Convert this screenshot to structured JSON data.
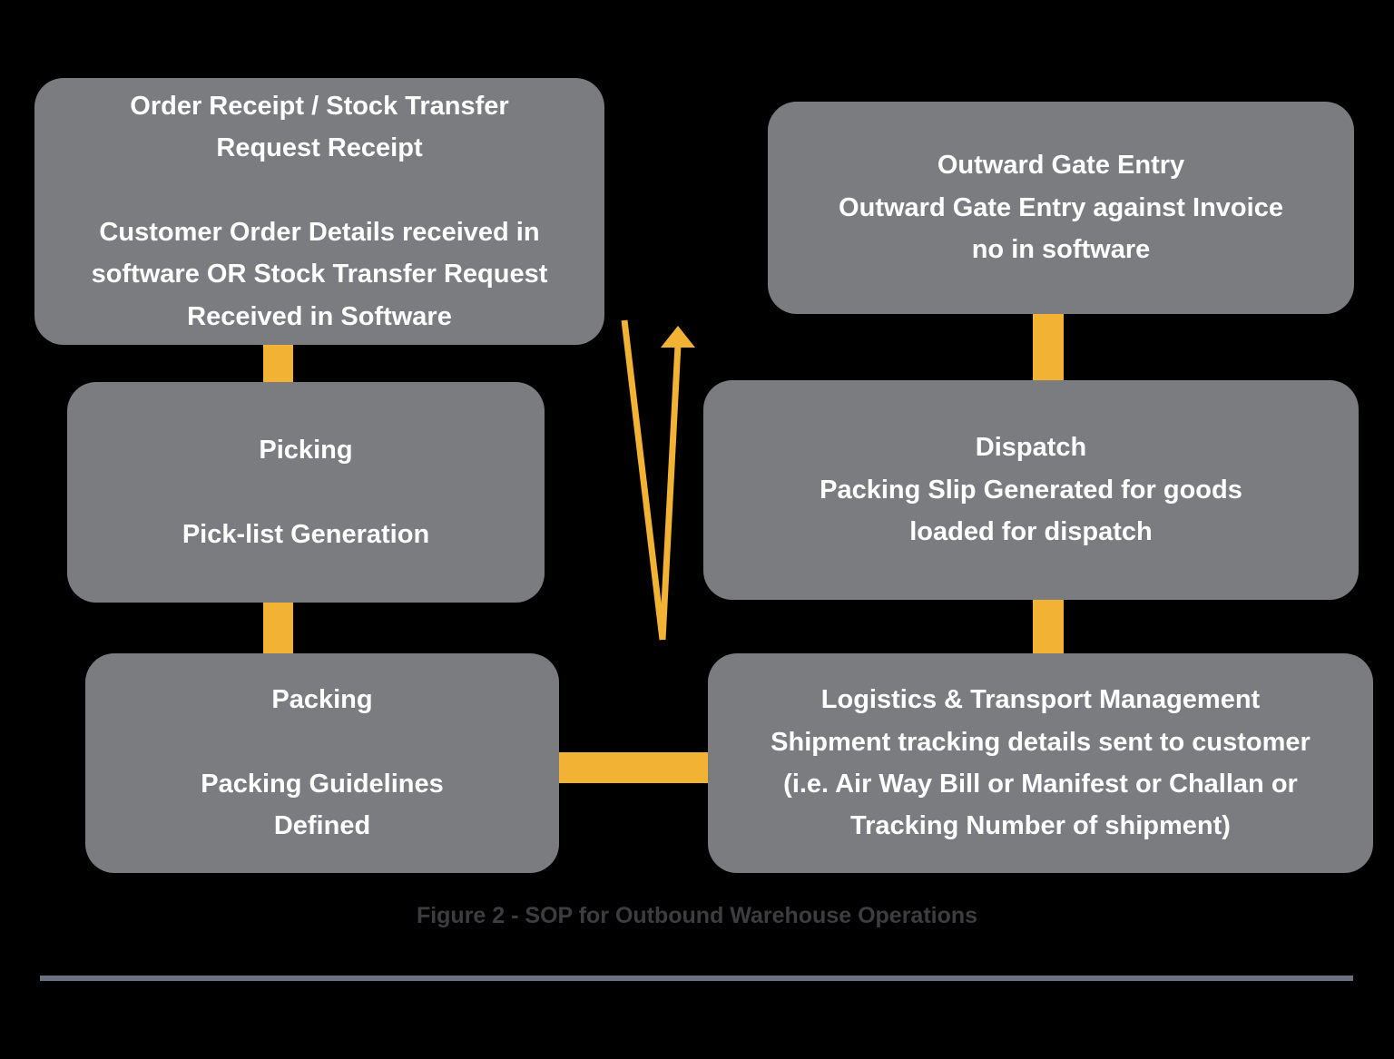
{
  "figure": {
    "caption": "Figure 2 - SOP for Outbound Warehouse Operations"
  },
  "colors": {
    "background": "#000000",
    "box_fill": "#7A7C7F",
    "box_text": "#FFFFFF",
    "connector": "#F2B233",
    "caption_text": "#3D3D3F",
    "divider": "#6A7180"
  },
  "flowchart": {
    "left_column": {
      "order_receipt": {
        "text": "Order Receipt / Stock Transfer\nRequest Receipt\n\nCustomer Order Details received in\nsoftware OR Stock Transfer Request\nReceived in Software"
      },
      "picking": {
        "text": "Picking\n\nPick-list Generation"
      },
      "packing": {
        "text": "Packing\n\nPacking Guidelines\nDefined"
      }
    },
    "right_column": {
      "outward_gate_entry": {
        "text": "Outward Gate Entry\nOutward Gate Entry against Invoice\nno in software"
      },
      "dispatch": {
        "text": "Dispatch\nPacking Slip Generated for goods\nloaded for dispatch"
      },
      "logistics": {
        "text": "Logistics & Transport Management\nShipment tracking details sent to customer\n(i.e. Air Way Bill or Manifest or Challan or\nTracking Number of shipment)"
      }
    },
    "arrow": {
      "direction": "up",
      "color": "#F2B233"
    }
  }
}
